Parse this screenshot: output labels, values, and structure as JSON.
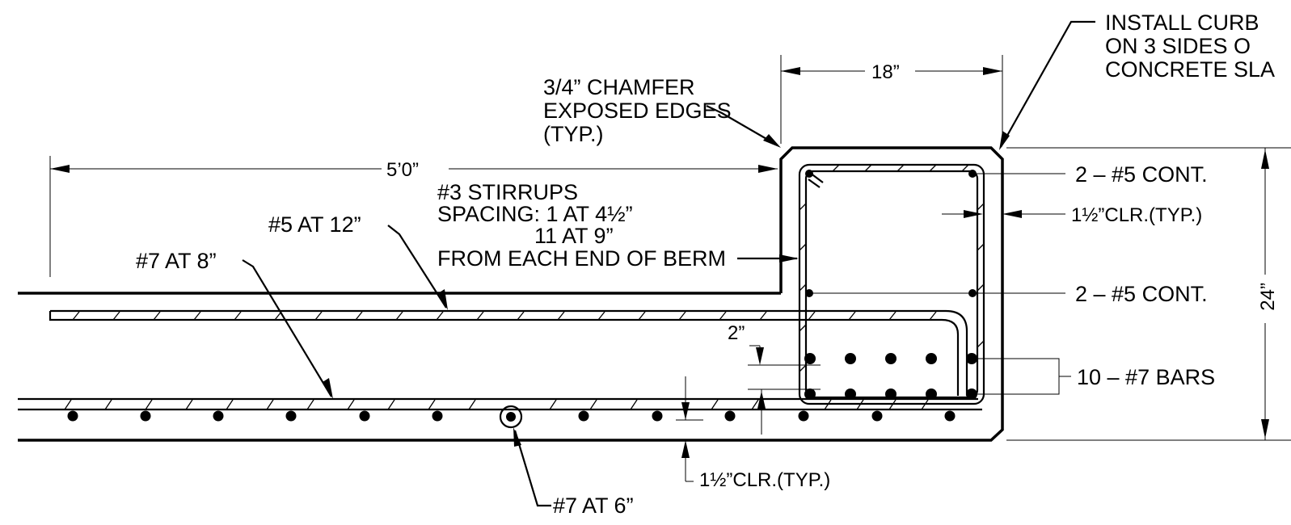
{
  "labels": {
    "install_curb_1": "INSTALL CURB",
    "install_curb_2": "ON 3 SIDES O",
    "install_curb_3": "CONCRETE SLA",
    "dim_18": "18”",
    "chamfer_1": "3/4” CHAMFER",
    "chamfer_2": "EXPOSED EDGES",
    "chamfer_3": "(TYP.)",
    "dim_5ft": "5’0”",
    "stirrups_1": "#3 STIRRUPS",
    "stirrups_2": "SPACING: 1 AT 4½”",
    "stirrups_3": "11 AT 9”",
    "stirrups_4": "FROM EACH END OF BERM",
    "bar5_at_12": "#5 AT 12”",
    "bar7_at_8": "#7 AT 8”",
    "top_cont": "2 – #5 CONT.",
    "clr_right": "1½”CLR.(TYP.)",
    "mid_cont": "2 – #5 CONT.",
    "dim_2": "2”",
    "bars_10": "10 – #7 BARS",
    "dim_24": "24”",
    "clr_bottom": "1½”CLR.(TYP.)",
    "bar7_at_6": "#7 AT 6”"
  }
}
